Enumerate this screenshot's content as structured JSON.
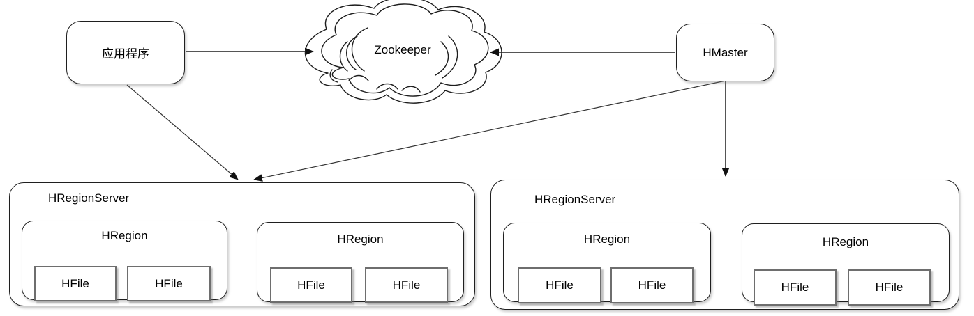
{
  "nodes": {
    "app": {
      "label": "应用程序"
    },
    "zookeeper": {
      "label": "Zookeeper"
    },
    "hmaster": {
      "label": "HMaster"
    }
  },
  "servers": [
    {
      "label": "HRegionServer",
      "regions": [
        {
          "label": "HRegion",
          "files": [
            "HFile",
            "HFile"
          ]
        },
        {
          "label": "HRegion",
          "files": [
            "HFile",
            "HFile"
          ]
        }
      ]
    },
    {
      "label": "HRegionServer",
      "regions": [
        {
          "label": "HRegion",
          "files": [
            "HFile",
            "HFile"
          ]
        },
        {
          "label": "HRegion",
          "files": [
            "HFile",
            "HFile"
          ]
        }
      ]
    }
  ],
  "edges": [
    {
      "from": "app",
      "to": "zookeeper"
    },
    {
      "from": "hmaster",
      "to": "zookeeper"
    },
    {
      "from": "app",
      "to": "hregionserver-1"
    },
    {
      "from": "hmaster",
      "to": "hregionserver-1"
    },
    {
      "from": "hmaster",
      "to": "hregionserver-2"
    }
  ],
  "colors": {
    "background": "#ffffff",
    "box_border": "#1f1f1f",
    "hfile_border": "#6e6e6e",
    "connector": "#555555",
    "diagonal_connector": "#333333",
    "arrowhead": "#111111",
    "text": "#000000"
  }
}
